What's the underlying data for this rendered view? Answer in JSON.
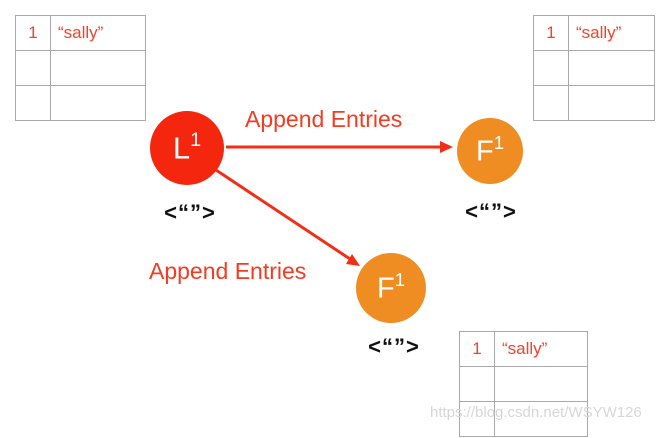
{
  "colors": {
    "leader_red": "#f4270e",
    "follower_orange": "#ef8d22",
    "arrow_red": "#f22f16",
    "label_red": "#f23c22",
    "table_text_red": "#f4422a",
    "table_border": "#a9a9a9",
    "state_black": "#111111",
    "watermark_gray": "#d6d6d6"
  },
  "nodes": {
    "leader": {
      "letter": "L",
      "term": "1",
      "state": "<“”>"
    },
    "follower_top": {
      "letter": "F",
      "term": "1",
      "state": "<“”>"
    },
    "follower_bottom": {
      "letter": "F",
      "term": "1",
      "state": "<“”>"
    }
  },
  "edges": {
    "to_follower_top": {
      "label": "Append Entries"
    },
    "to_follower_bottom": {
      "label": "Append Entries"
    }
  },
  "logs": {
    "leader": {
      "rows": [
        {
          "index": "1",
          "command": "“sally”"
        },
        {
          "index": "",
          "command": ""
        },
        {
          "index": "",
          "command": ""
        }
      ]
    },
    "follower_top": {
      "rows": [
        {
          "index": "1",
          "command": "“sally”"
        },
        {
          "index": "",
          "command": ""
        },
        {
          "index": "",
          "command": ""
        }
      ]
    },
    "follower_bottom": {
      "rows": [
        {
          "index": "1",
          "command": "“sally”"
        },
        {
          "index": "",
          "command": ""
        },
        {
          "index": "",
          "command": ""
        }
      ]
    }
  },
  "watermark": "https://blog.csdn.net/WSYW126"
}
